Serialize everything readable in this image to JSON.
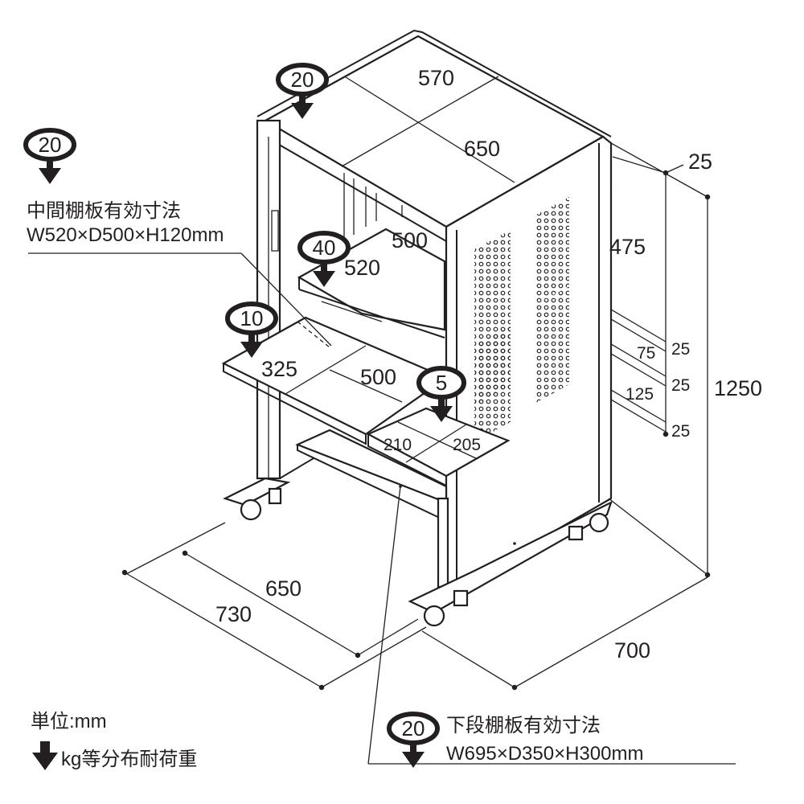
{
  "dimensions": {
    "top_width": "570",
    "top_depth": "650",
    "side_top": "25",
    "upper_height": "475",
    "mid_shelf_depth": "500",
    "mid_shelf_width": "520",
    "keyboard_width": "325",
    "keyboard_depth": "500",
    "mouse_width_a": "210",
    "mouse_width_b": "205",
    "gap_75": "75",
    "gap_125": "125",
    "pitch_1": "25",
    "pitch_2": "25",
    "pitch_3": "25",
    "total_height": "1250",
    "base_depth_inner": "650",
    "base_depth_outer": "730",
    "base_width": "700"
  },
  "loads": {
    "top": "20",
    "mid_shelf_label": "20",
    "shelf_40": "40",
    "keyboard": "10",
    "mouse": "5",
    "lower": "20"
  },
  "notes": {
    "mid_title": "中間棚板有効寸法",
    "mid_size": "W520×D500×H120mm",
    "lower_title": "下段棚板有効寸法",
    "lower_size": "W695×D350×H300mm",
    "unit": "単位:mm",
    "legend": "kg等分布耐荷重"
  }
}
